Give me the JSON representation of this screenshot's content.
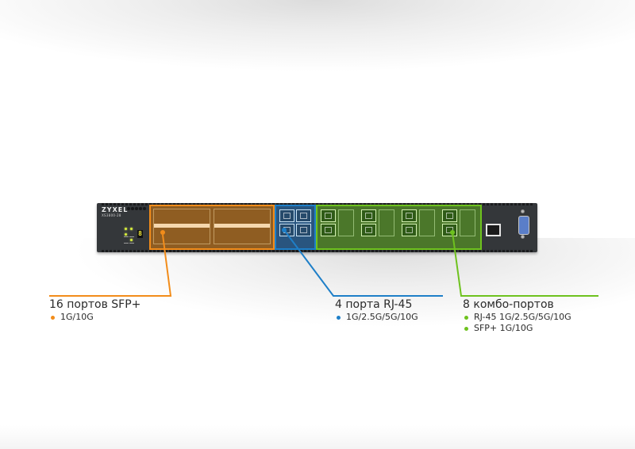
{
  "device": {
    "brand": "ZYXEL",
    "model": "XS3800-28",
    "seven_segment": "8"
  },
  "colors": {
    "sfp": "#f28c1a",
    "rj45": "#1e7fc8",
    "combo": "#6ec21e"
  },
  "groups": [
    {
      "id": "sfp",
      "title": "16 портов SFP+",
      "bullets": [
        "1G/10G"
      ]
    },
    {
      "id": "rj45",
      "title": "4 порта RJ-45",
      "bullets": [
        "1G/2.5G/5G/10G"
      ]
    },
    {
      "id": "combo",
      "title": "8 комбо-портов",
      "bullets": [
        "RJ-45 1G/2.5G/5G/10G",
        "SFP+ 1G/10G"
      ]
    }
  ],
  "icons": {
    "bullet": "bullet-dot-icon",
    "console_port": "db9-serial-icon",
    "mgmt_port": "ethernet-port-icon"
  }
}
